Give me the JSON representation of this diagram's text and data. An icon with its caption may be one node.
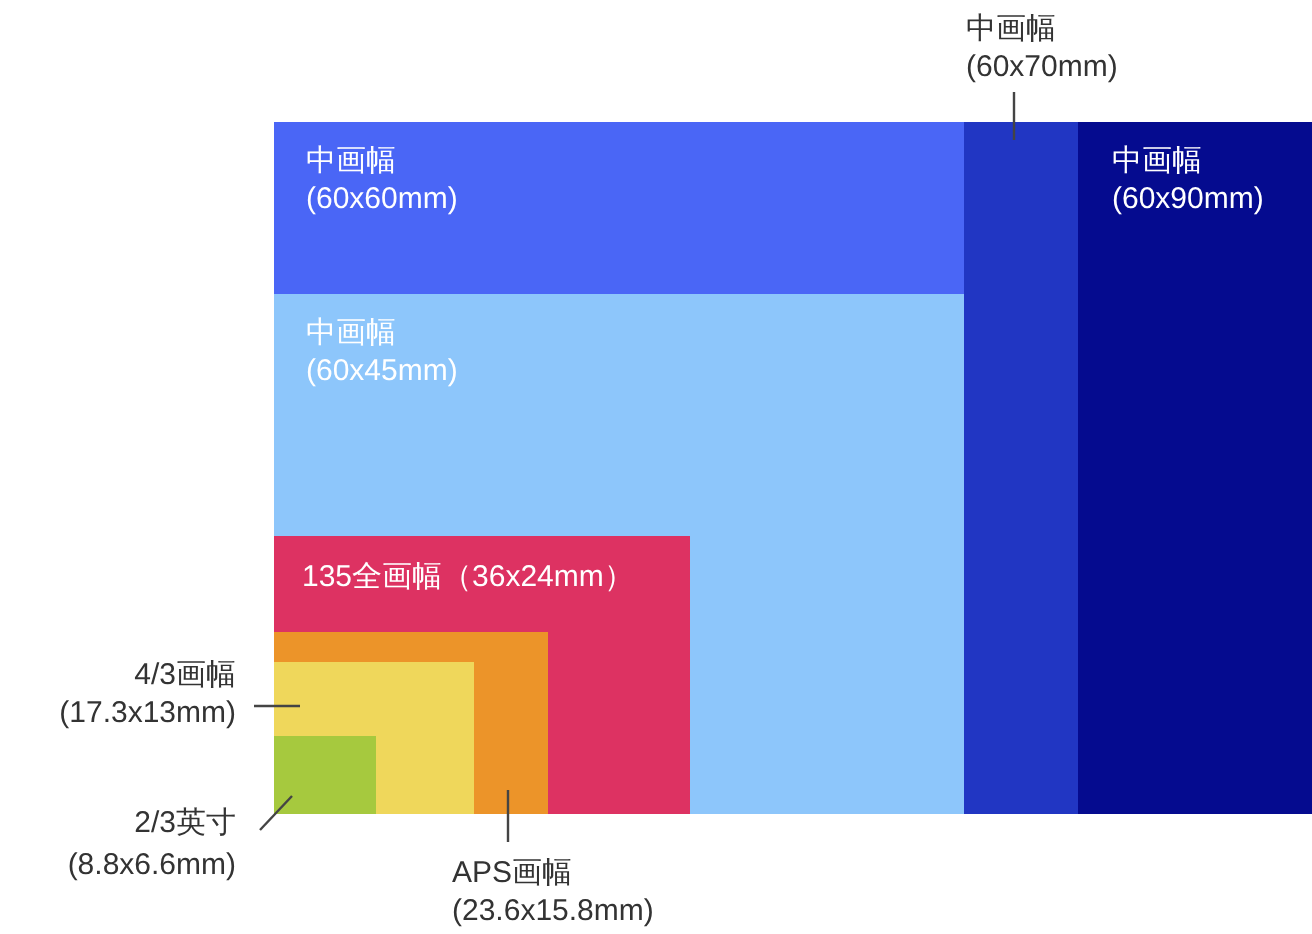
{
  "diagram": {
    "nodes": [
      {
        "text": [
          "中画幅",
          "(60x90mm)"
        ]
      },
      {
        "text": [],
        "shape": "box",
        "in": 0
      },
      {
        "text": [
          "中画幅",
          "(60x60mm)"
        ],
        "in": 1
      },
      {
        "text": [
          "中画幅",
          "(60x45mm)"
        ],
        "in": 2
      },
      {
        "text": [
          "135全画幅（36x24mm）"
        ],
        "in": 3
      },
      {
        "text": [],
        "shape": "box",
        "in": 4
      },
      {
        "text": [],
        "shape": "box",
        "in": 5
      },
      {
        "text": [],
        "shape": "box",
        "in": 6
      },
      {
        "text": [
          "中画幅",
          "(60x70mm)"
        ]
      },
      {
        "text": [
          "4/3画幅",
          "(17.3x13mm)"
        ]
      },
      {
        "text": [
          "2/3英寸",
          "(8.8x6.6mm)"
        ]
      },
      {
        "text": [
          "APS画幅",
          "(23.6x15.8mm)"
        ]
      }
    ],
    "edges": [
      {
        "from": 8,
        "to": 1,
        "arrow": "none"
      },
      {
        "from": 9,
        "to": 6,
        "arrow": "none"
      },
      {
        "from": 10,
        "to": 7,
        "arrow": "none"
      },
      {
        "from": 11,
        "to": 5,
        "arrow": "none"
      }
    ]
  }
}
